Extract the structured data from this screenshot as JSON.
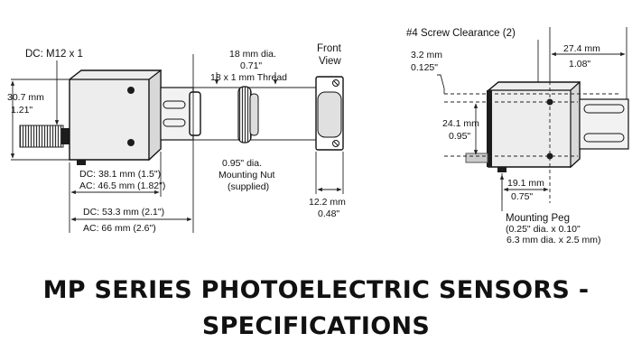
{
  "labels": {
    "dc_thread": "DC: M12 x 1",
    "height_mm": "30.7 mm",
    "height_in": "1.21\"",
    "thread_dia_mm": "18 mm dia.",
    "thread_dia_in": "0.71\"",
    "thread_spec": "18 x 1 mm Thread",
    "front": "Front",
    "view": "View",
    "nut_dia": "0.95\" dia.",
    "nut_name": "Mounting Nut",
    "nut_note": "(supplied)",
    "dc_len1": "DC: 38.1 mm (1.5\")",
    "ac_len1": "AC: 46.5 mm (1.82\")",
    "dc_len2": "DC: 53.3 mm (2.1\")",
    "ac_len2": "AC: 66 mm (2.6\")",
    "front_w_mm": "12.2 mm",
    "front_w_in": "0.48\"",
    "screw_clearance": "#4 Screw Clearance (2)",
    "offset_mm": "3.2 mm",
    "offset_in": "0.125\"",
    "ext_mm": "27.4 mm",
    "ext_in": "1.08\"",
    "hole_spacing_mm": "24.1 mm",
    "hole_spacing_in": "0.95\"",
    "peg_dist_mm": "19.1 mm",
    "peg_dist_in": "0.75\"",
    "peg_name": "Mounting Peg",
    "peg_spec_in": "(0.25\" dia. x 0.10\"",
    "peg_spec_mm": "6.3 mm dia. x 2.5 mm)"
  },
  "title": {
    "line1": "MP SERIES PHOTOELECTRIC SENSORS -",
    "line2": "SPECIFICATIONS"
  },
  "colors": {
    "ink": "#111111",
    "body_fill": "#ededed",
    "background": "#ffffff"
  }
}
